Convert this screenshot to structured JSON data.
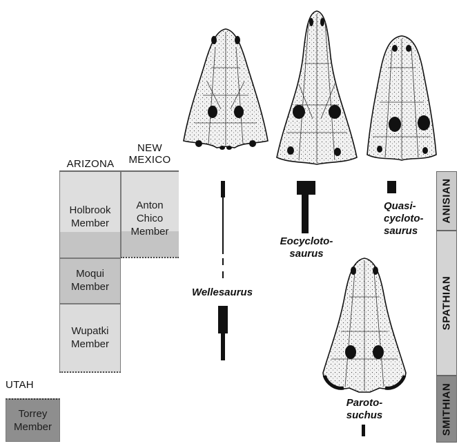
{
  "columns": {
    "arizona": "ARIZONA",
    "new_mexico_line1": "NEW",
    "new_mexico_line2": "MEXICO",
    "utah": "UTAH"
  },
  "members": {
    "holbrook": [
      "Holbrook",
      "Member"
    ],
    "anton_chico": [
      "Anton",
      "Chico",
      "Member"
    ],
    "moqui": [
      "Moqui",
      "Member"
    ],
    "wupatki": [
      "Wupatki",
      "Member"
    ],
    "torrey": [
      "Torrey",
      "Member"
    ]
  },
  "stages": {
    "anisian": "ANISIAN",
    "spathian": "SPATHIAN",
    "smithian": "SMITHIAN"
  },
  "taxa": {
    "wellesaurus": "Wellesaurus",
    "eocyclotosaurus": [
      "Eocyclo­to-",
      "saurus"
    ],
    "quasicyclotosaurus": [
      "Quasi-",
      "cycloto-",
      "saurus"
    ],
    "parotosuchus": [
      "Paroto-",
      "suchus"
    ]
  },
  "colors": {
    "light_fill": "#dcdcdc",
    "mid_fill": "#c8c8c8",
    "dark_fill": "#8e8e8e",
    "stage_light": "#c9c9c9",
    "stage_dark": "#8a8a8a",
    "bar": "#111111"
  }
}
